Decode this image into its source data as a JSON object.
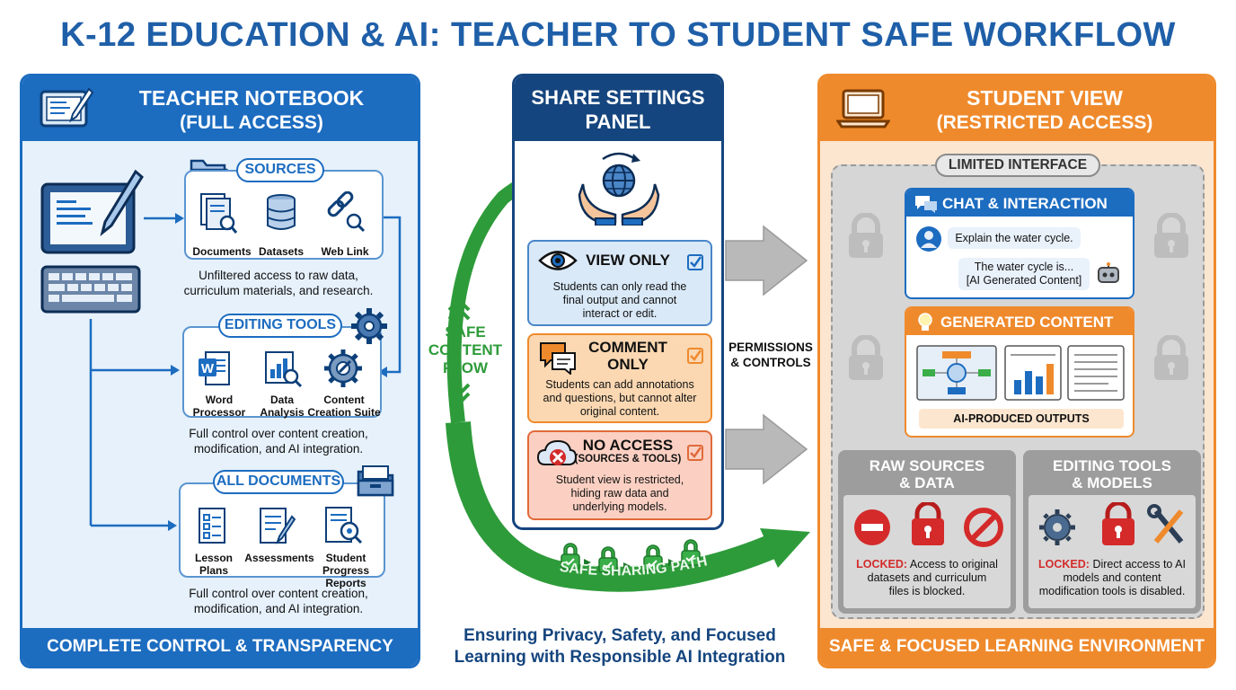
{
  "title": "K-12 EDUCATION & AI: TEACHER TO STUDENT SAFE WORKFLOW",
  "colors": {
    "teacher_blue": "#1c6cc0",
    "navy": "#15457e",
    "student_orange": "#ef8a2c",
    "flow_green": "#2e9b3a",
    "locked_red": "#d42a2a"
  },
  "teacher": {
    "title_line1": "TEACHER NOTEBOOK",
    "title_line2": "(FULL ACCESS)",
    "sources": {
      "label": "SOURCES",
      "items": [
        "Documents",
        "Datasets",
        "Web Link"
      ],
      "description_line1": "Unfiltered access to raw data,",
      "description_line2": "curriculum materials, and research."
    },
    "editing": {
      "label": "EDITING TOOLS",
      "items": [
        {
          "line1": "Word",
          "line2": "Processor"
        },
        {
          "line1": "Data",
          "line2": "Analysis"
        },
        {
          "line1": "Content",
          "line2": "Creation Suite"
        }
      ],
      "description_line1": "Full control over content creation,",
      "description_line2": "modification, and AI integration."
    },
    "documents": {
      "label": "ALL DOCUMENTS",
      "items": [
        {
          "line1": "Lesson",
          "line2": "Plans"
        },
        {
          "line1": "Assessments",
          "line2": ""
        },
        {
          "line1": "Student",
          "line2": "Progress Reports"
        }
      ],
      "description_line1": "Full control over content creation,",
      "description_line2": "modification, and AI integration."
    },
    "footer": "COMPLETE CONTROL & TRANSPARENCY"
  },
  "share": {
    "title_line1": "SHARE SETTINGS",
    "title_line2": "PANEL",
    "view_only": {
      "title": "VIEW ONLY",
      "desc_line1": "Students can only read the",
      "desc_line2": "final output and cannot",
      "desc_line3": "interact or edit."
    },
    "comment_only": {
      "title_line1": "COMMENT",
      "title_line2": "ONLY",
      "desc_line1": "Students can add annotations",
      "desc_line2": "and questions, but cannot alter",
      "desc_line3": "original content."
    },
    "no_access": {
      "title": "NO ACCESS",
      "subtitle": "(SOURCES & TOOLS)",
      "desc_line1": "Student view is restricted,",
      "desc_line2": "hiding raw data and",
      "desc_line3": "underlying models."
    }
  },
  "flow": {
    "safe_line1": "SAFE",
    "safe_line2": "CONTENT",
    "safe_line3": "FLOW",
    "path_label": "SAFE SHARING PATH",
    "permissions_line1": "PERMISSIONS",
    "permissions_line2": "& CONTROLS"
  },
  "tagline_line1": "Ensuring Privacy, Safety, and Focused",
  "tagline_line2": "Learning with Responsible AI Integration",
  "student": {
    "title_line1": "STUDENT VIEW",
    "title_line2": "(RESTRICTED ACCESS)",
    "limited": "LIMITED INTERFACE",
    "chat": {
      "title": "CHAT & INTERACTION",
      "user_msg": "Explain the water cycle.",
      "ai_line1": "The water cycle is...",
      "ai_line2": "[AI Generated Content]"
    },
    "generated": {
      "title": "GENERATED CONTENT",
      "outputs": "AI-PRODUCED OUTPUTS"
    },
    "raw": {
      "title_line1": "RAW SOURCES",
      "title_line2": "& DATA",
      "locked": "LOCKED:",
      "text_line1": "Access to original",
      "text_line2": "datasets and curriculum",
      "text_line3": "files is blocked."
    },
    "tools": {
      "title_line1": "EDITING TOOLS",
      "title_line2": "& MODELS",
      "locked": "LOCKED:",
      "text_line1": "Direct access to AI",
      "text_line2": "models and content",
      "text_line3": "modification tools is disabled."
    },
    "footer": "SAFE & FOCUSED LEARNING ENVIRONMENT"
  }
}
